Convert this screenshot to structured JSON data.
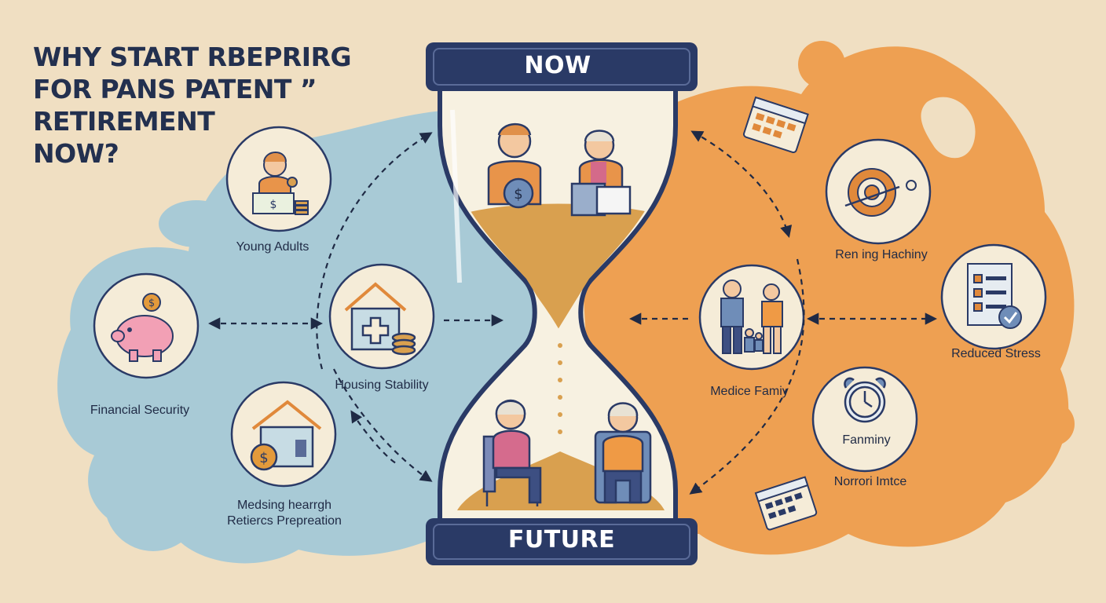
{
  "title": {
    "lines": [
      "WHY START RBEPRIRG",
      "FOR PANS PATENT ”",
      "RETIREMENT",
      "NOW?"
    ]
  },
  "hourglass": {
    "top_label": "NOW",
    "bottom_label": "FUTURE"
  },
  "left_items": {
    "young_adults": "Young Adults",
    "financial_security": "Financial Security",
    "housing_stability": "Housing Stability",
    "medsing_line1": "Medsing hearrgh",
    "medsing_line2": "Retiercs Prepreation"
  },
  "right_items": {
    "rening": "Ren ing Hachiny",
    "reduced_stress": "Reduced Stress",
    "medice_family": "Medice Famiy",
    "fanminy": "Fanminy",
    "norrori": "Norrori Imtce"
  },
  "colors": {
    "left_blob": "#a8cad6",
    "right_blob": "#eea052",
    "navy": "#2a3a66",
    "sand": "#d9a04f",
    "circle_fill": "#f5ecd8"
  },
  "icons": [
    "piggy-bank-icon",
    "coin-icon",
    "house-medical-icon",
    "house-coin-icon",
    "young-adult-cash-icon",
    "gear-target-icon",
    "checklist-icon",
    "alarm-clock-icon",
    "family-icon",
    "calendar-icon"
  ]
}
